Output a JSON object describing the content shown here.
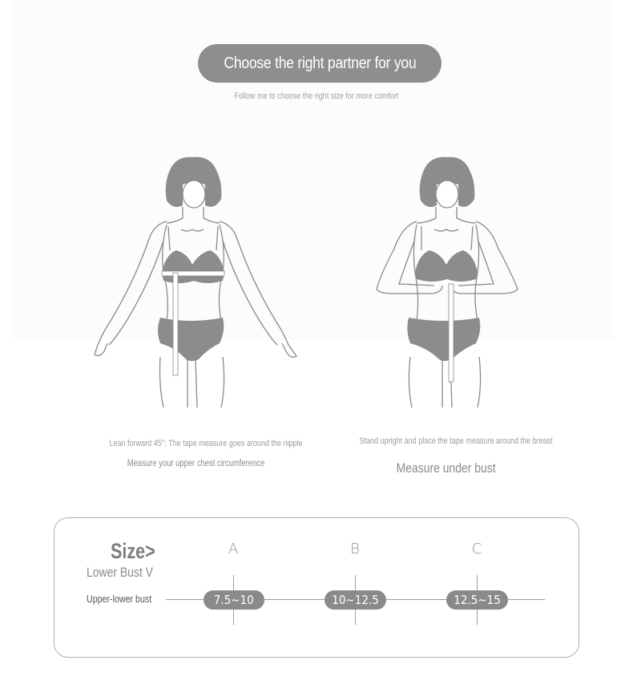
{
  "header": {
    "title": "Choose the right partner for you",
    "subtitle": "Follow me to choose the right size for more comfort"
  },
  "figures": [
    {
      "illustration": "woman-arms-out-tape-measure-icon",
      "caption_line1": "Lean forward 45°: The tape measure goes around the nipple",
      "caption_line2": "Measure your upper chest circumference"
    },
    {
      "illustration": "woman-holding-tape-measure-icon",
      "caption_line1": "Stand upright and place the tape measure around the breast",
      "caption_line2": "Measure under bust"
    }
  ],
  "size_table": {
    "title": "Size>",
    "subtitle": "Lower Bust V",
    "row_label": "Upper-lower bust",
    "columns": [
      {
        "letter": "A",
        "range": "7.5~10"
      },
      {
        "letter": "B",
        "range": "10~12.5"
      },
      {
        "letter": "C",
        "range": "12.5~15"
      }
    ]
  },
  "colors": {
    "pill_fill": "#8e8e8e",
    "figure_fill": "#8c8c8c",
    "line": "#9e9e9e",
    "card_border": "#b0b0b0"
  }
}
